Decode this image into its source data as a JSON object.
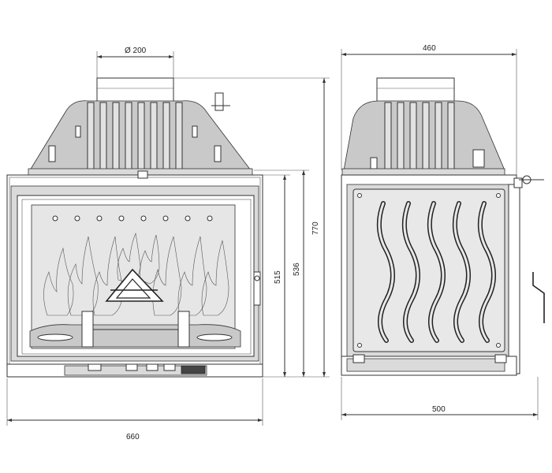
{
  "dimensions": {
    "flue_diameter": "Ø 200",
    "front_width": "660",
    "overall_height": "770",
    "height_536": "536",
    "height_515": "515",
    "side_depth_top": "460",
    "side_depth_bottom": "500"
  },
  "colors": {
    "line": "#333333",
    "casting": "#c9c9c9",
    "glass": "#e6e6e6",
    "panel": "#e8e8e8"
  }
}
